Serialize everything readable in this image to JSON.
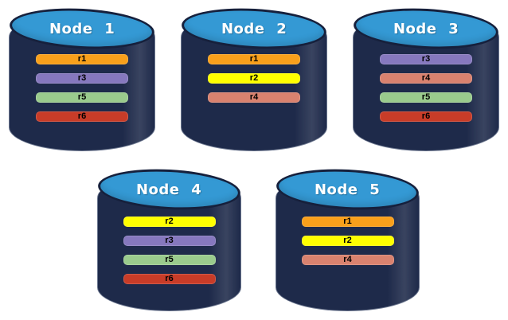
{
  "canvas": {
    "background": "#FFFFFF"
  },
  "colors": {
    "cylinder_body": "#1E2A4A",
    "cylinder_outline": "#16203C",
    "cylinder_top": "#3499D4",
    "title_text": "#FFFFFF",
    "bar_text": "#000000",
    "replicas": {
      "r1": "#F9A01B",
      "r2": "#FFFF00",
      "r3": "#8678BE",
      "r4": "#D9826F",
      "r5": "#9ACB8D",
      "r6": "#C83C28"
    }
  },
  "nodes": [
    {
      "title": "Node 1",
      "replicas": [
        "r1",
        "r3",
        "r5",
        "r6"
      ]
    },
    {
      "title": "Node 2",
      "replicas": [
        "r1",
        "r2",
        "r4"
      ]
    },
    {
      "title": "Node 3",
      "replicas": [
        "r3",
        "r4",
        "r5",
        "r6"
      ]
    },
    {
      "title": "Node 4",
      "replicas": [
        "r2",
        "r3",
        "r5",
        "r6"
      ]
    },
    {
      "title": "Node 5",
      "replicas": [
        "r1",
        "r2",
        "r4"
      ]
    }
  ]
}
